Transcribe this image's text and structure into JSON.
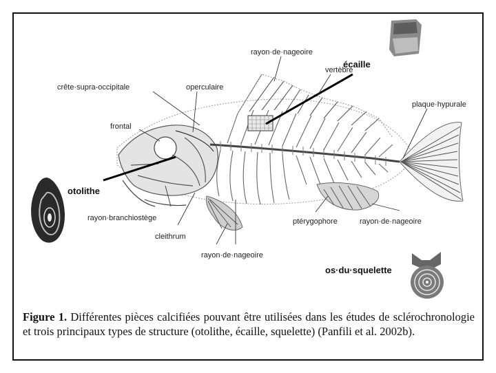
{
  "labels": {
    "ecaille": "écaille",
    "rayon_top": "rayon·de·nageoire",
    "vertebre": "vertèbre",
    "plaque": "plaque·hypurale",
    "crete": "crête·supra-occipitale",
    "operculaire": "operculaire",
    "frontal": "frontal",
    "otolithe": "otolithe",
    "branchiostege": "rayon·branchiostège",
    "cleithrum": "cleithrum",
    "rayon_bottom": "rayon·de·nageoire",
    "pterygophore": "ptérygophore",
    "rayon_right": "rayon·de·nageoire",
    "os": "os·du·squelette"
  },
  "caption": {
    "title": "Figure 1.",
    "text": " Différentes pièces calcifiées pouvant être utilisées dans les études de sclérochronologie et trois principaux types de structure (otolithe, écaille, squelette) (Panfili et al. 2002b)."
  },
  "colors": {
    "ink": "#222222",
    "bone": "#6e6e6e",
    "pale": "#bdbdbd"
  }
}
